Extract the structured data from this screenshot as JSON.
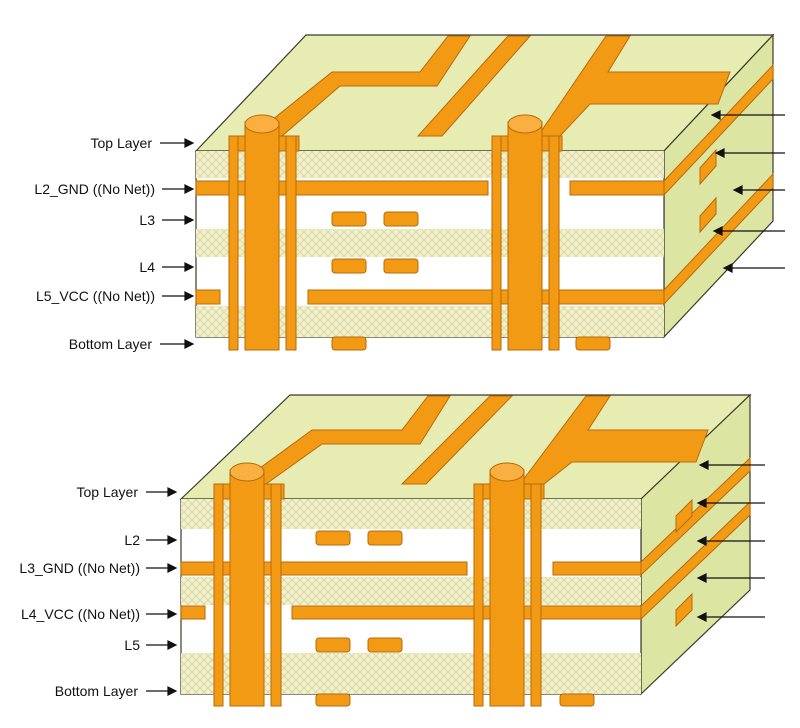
{
  "colors": {
    "copper": "#F39A14",
    "copper_edge": "#B8690A",
    "copper_dark": "#D97E0A",
    "prepreg_face": "#F0F0C8",
    "prepreg_top": "#E8EDB2",
    "prepreg_side": "#DDE5A2",
    "core_white": "#FFFFFF",
    "outline": "#3A3A2A"
  },
  "diagrams": [
    {
      "id": "stack-top",
      "labels": [
        "Top Layer",
        "L2_GND ((No Net))",
        "L3",
        "L4",
        "L5_VCC ((No Net))",
        "Bottom Layer"
      ]
    },
    {
      "id": "stack-bottom",
      "labels": [
        "Top Layer",
        "L2",
        "L3_GND ((No Net))",
        "L4_VCC ((No Net))",
        "L5",
        "Bottom Layer"
      ]
    }
  ]
}
